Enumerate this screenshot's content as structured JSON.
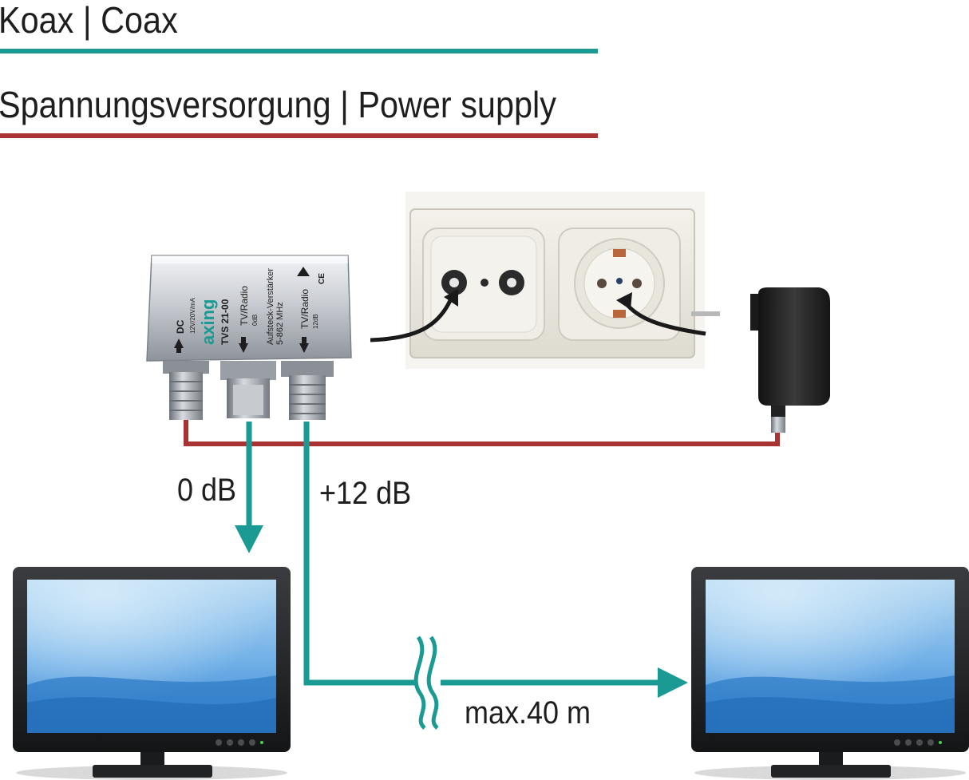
{
  "headings": {
    "coax": "Koax | Coax",
    "power": "Spannungsversorgung | Power supply"
  },
  "labels": {
    "output_0db": "0 dB",
    "output_12db": "+12 dB",
    "max_length": "max.40 m"
  },
  "amplifier": {
    "brand": "axing",
    "model": "TVS 21-00",
    "dc_label": "DC",
    "dc_spec": "12V/20V/mA",
    "tv_radio_label": "TV/Radio",
    "gain_0": "0dB",
    "type": "Aufsteck-Verstärker",
    "freq": "5-862 MHz",
    "gain_12": "12dB",
    "ce_mark": "CE"
  },
  "colors": {
    "coax": "#1a9a93",
    "power": "#a93232",
    "text": "#1e1e1e"
  }
}
